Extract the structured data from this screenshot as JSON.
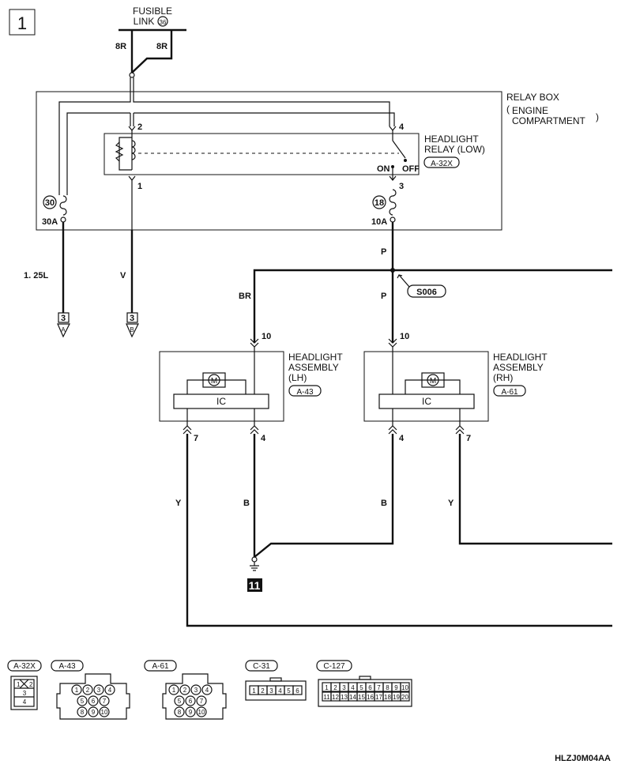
{
  "page_number": "1",
  "fusible_link": {
    "line1": "FUSIBLE",
    "line2": "LINK",
    "num": "36"
  },
  "wires": {
    "fl_left": "8R",
    "fl_right": "8R",
    "left_out": "1. 25L",
    "v": "V",
    "p_top": "P",
    "br": "BR",
    "p_mid": "P",
    "y_left": "Y",
    "b_left": "B",
    "b_right": "B",
    "y_right": "Y"
  },
  "relay_box": {
    "line1": "RELAY BOX",
    "line2": "ENGINE",
    "line3": "COMPARTMENT"
  },
  "relay": {
    "line1": "HEADLIGHT",
    "line2": "RELAY (LOW)",
    "conn": "A-32X",
    "pin2": "2",
    "pin4": "4",
    "pin1": "1",
    "pin3": "3",
    "on": "ON",
    "off": "OFF"
  },
  "fuses": {
    "f30": "30",
    "f30_amp": "30A",
    "f18": "18",
    "f18_amp": "10A"
  },
  "connectors": {
    "c3a_num": "3",
    "c3a_letter": "A",
    "c3b_num": "3",
    "c3b_letter": "B"
  },
  "splice": "S006",
  "lh": {
    "line1": "HEADLIGHT",
    "line2": "ASSEMBLY",
    "line3": "(LH)",
    "conn": "A-43",
    "pin10": "10",
    "pin7": "7",
    "pin4": "4",
    "ic": "IC",
    "motor": "M"
  },
  "rh": {
    "line1": "HEADLIGHT",
    "line2": "ASSEMBLY",
    "line3": "(RH)",
    "conn": "A-61",
    "pin10": "10",
    "pin4": "4",
    "pin7": "7",
    "ic": "IC",
    "motor": "M"
  },
  "ground": "11",
  "legend": {
    "a32x": {
      "label": "A-32X",
      "pins": [
        "1",
        "2",
        "3",
        "4"
      ]
    },
    "a43": {
      "label": "A-43",
      "pins": [
        "1",
        "2",
        "3",
        "4",
        "5",
        "6",
        "7",
        "8",
        "9",
        "10"
      ]
    },
    "a61": {
      "label": "A-61",
      "pins": [
        "1",
        "2",
        "3",
        "4",
        "5",
        "6",
        "7",
        "8",
        "9",
        "10"
      ]
    },
    "c31": {
      "label": "C-31",
      "pins": [
        "1",
        "2",
        "3",
        "4",
        "5",
        "6"
      ]
    },
    "c127": {
      "label": "C-127",
      "pins": [
        "1",
        "2",
        "3",
        "4",
        "5",
        "6",
        "7",
        "8",
        "9",
        "10",
        "11",
        "12",
        "13",
        "14",
        "15",
        "16",
        "17",
        "18",
        "19",
        "20"
      ]
    }
  },
  "diagram_code": "HLZJ0M04AA"
}
